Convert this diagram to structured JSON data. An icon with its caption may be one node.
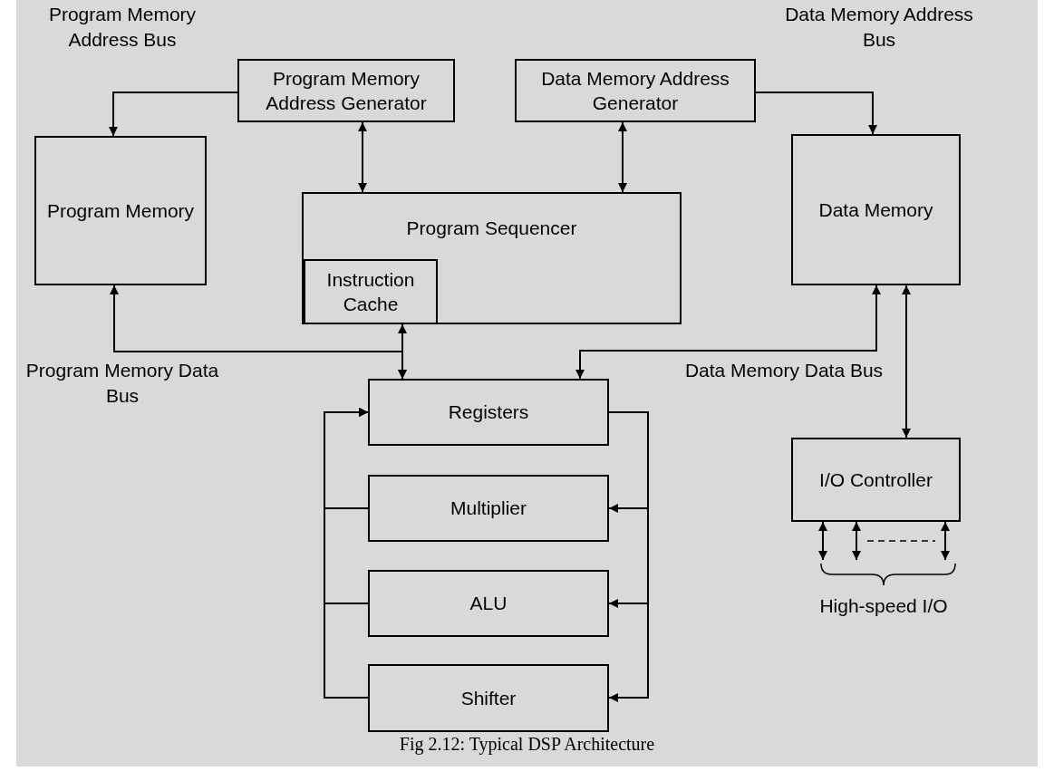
{
  "diagram": {
    "caption": "Fig 2.12: Typical DSP Architecture",
    "nodes": [
      {
        "text": [
          "Program Memory Address Generator"
        ]
      },
      {
        "text": [
          "Data Memory Address Generator"
        ]
      },
      {
        "text": [
          "Program Memory"
        ]
      },
      {
        "text": [
          "Data Memory"
        ]
      },
      {
        "text": [
          "Program Sequencer"
        ]
      },
      {
        "text": [
          "Instruction Cache"
        ],
        "in": 4
      },
      {
        "text": [
          "Registers"
        ]
      },
      {
        "text": [
          "Multiplier"
        ]
      },
      {
        "text": [
          "ALU"
        ]
      },
      {
        "text": [
          "Shifter"
        ]
      },
      {
        "text": [
          "I/O Controller"
        ]
      },
      {
        "text": [
          "High-speed I/O"
        ]
      }
    ],
    "edges": [
      {
        "from": 0,
        "to": 2,
        "arrow": "to"
      },
      {
        "from": 1,
        "to": 3,
        "arrow": "to"
      },
      {
        "from": 0,
        "to": 4,
        "arrow": "both"
      },
      {
        "from": 1,
        "to": 4,
        "arrow": "both"
      },
      {
        "from": 5,
        "to": 6,
        "arrow": "both"
      },
      {
        "from": 2,
        "to": 6,
        "arrow": "both"
      },
      {
        "from": 3,
        "to": 6,
        "arrow": "both"
      },
      {
        "from": 3,
        "to": 10,
        "arrow": "both"
      },
      {
        "from": 6,
        "to": 7,
        "arrow": "to"
      },
      {
        "from": 6,
        "to": 8,
        "arrow": "to"
      },
      {
        "from": 6,
        "to": 9,
        "arrow": "to"
      },
      {
        "from": 7,
        "to": 6,
        "arrow": "to"
      },
      {
        "from": 8,
        "to": 6,
        "arrow": "to"
      },
      {
        "from": 9,
        "to": 6,
        "arrow": "to"
      },
      {
        "from": 10,
        "to": 11,
        "arrow": "both"
      },
      {
        "from": 10,
        "to": 11,
        "arrow": "both"
      },
      {
        "from": 10,
        "to": 11,
        "arrow": "both"
      }
    ],
    "labels": [
      "Program Memory Address Bus",
      "Data Memory Address Bus",
      "Program Memory Data Bus",
      "Data Memory Data Bus"
    ]
  }
}
